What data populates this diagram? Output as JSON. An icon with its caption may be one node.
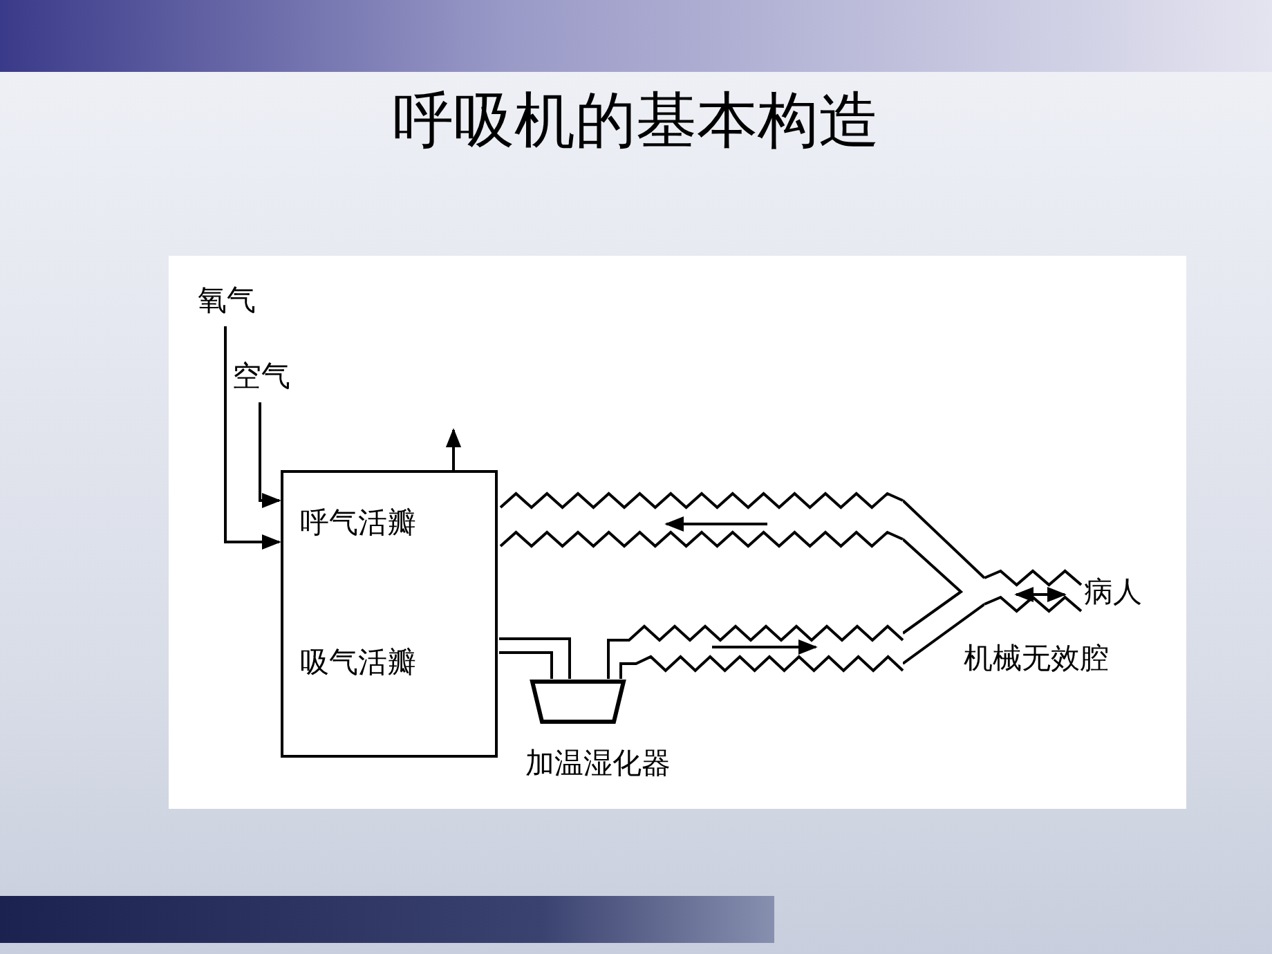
{
  "diagram": {
    "title": "呼吸机的基本构造",
    "nodes": [
      {
        "text": [
          "呼气活瓣",
          "吸气活瓣"
        ]
      },
      {
        "text": [
          "氧气"
        ]
      },
      {
        "text": [
          "空气"
        ]
      },
      {
        "text": [],
        "shape": "trapezoid",
        "beside": [
          "加温湿化器"
        ]
      },
      {
        "text": [
          "病人"
        ]
      },
      {
        "text": [],
        "shape": "fork",
        "beside": [
          "机械无效腔"
        ]
      }
    ],
    "edges": [
      {
        "from": 1,
        "to": 0,
        "arrow": "to"
      },
      {
        "from": 2,
        "to": 0,
        "arrow": "to"
      },
      {
        "from": 0,
        "to": null,
        "arrow": "to"
      },
      {
        "from": 0,
        "to": 3,
        "arrow": "none"
      },
      {
        "from": 3,
        "to": 5,
        "arrow": "none"
      },
      {
        "from": 5,
        "to": 4,
        "arrow": "none"
      },
      {
        "from": 5,
        "to": 0,
        "arrow": "none"
      }
    ]
  }
}
